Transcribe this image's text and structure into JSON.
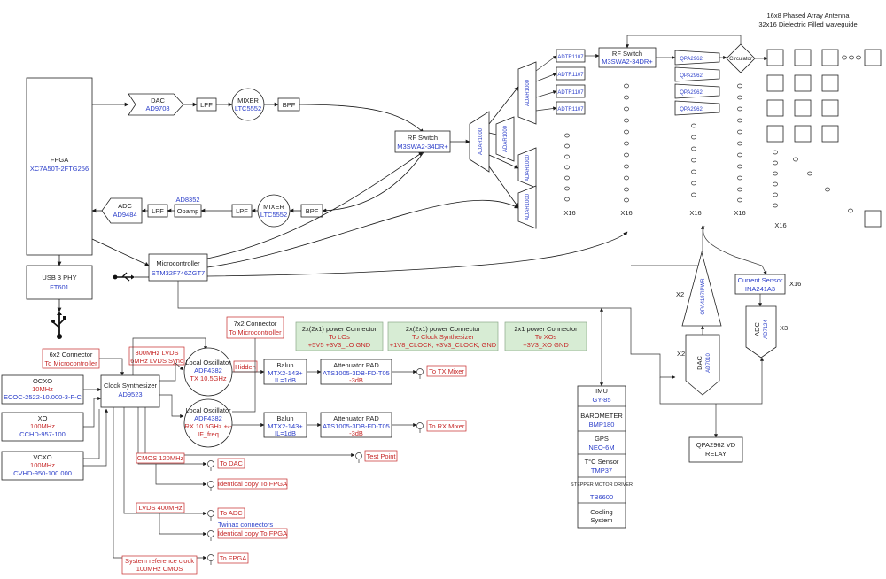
{
  "title": {
    "line1": "16x8 Phased Array Antenna",
    "line2": "32x16 Dielectric Filled waveguide"
  },
  "fpga": {
    "name": "FPGA",
    "part": "XC7A50T-2FTG256"
  },
  "usb": {
    "name": "USB 3 PHY",
    "part": "FT601"
  },
  "dac_top": {
    "name": "DAC",
    "part": "AD9708"
  },
  "adc": {
    "name": "ADC",
    "part": "AD9484"
  },
  "lpf": "LPF",
  "bpf": "BPF",
  "mixer": {
    "name": "MIXER",
    "part": "LTC5552"
  },
  "opamp": {
    "name": "Opamp",
    "part": "AD8352"
  },
  "rf_switch_mid": {
    "name": "RF Switch",
    "part": "M3SWA2-34DR+"
  },
  "rf_switch_top": {
    "name": "RF Switch",
    "part": "M3SWA2-34DR+"
  },
  "combiner": {
    "part": "ADAR1000"
  },
  "adtr": "ADTR1107",
  "qpa": "QPA2962",
  "circulator": "Circulator",
  "x16": "X16",
  "x2": "X2",
  "x3": "X3",
  "microcontroller": {
    "name": "Microcontroller",
    "part": "STM32F746ZGT7"
  },
  "connector_6x2": {
    "name": "6x2 Connector",
    "to": "To Microcontroller"
  },
  "connector_7x2": {
    "name": "7x2 Connector",
    "to": "To Microcontroller"
  },
  "power_connectors": [
    {
      "name": "2x(2x1) power Connector",
      "to": "To LOs",
      "rails": "+5V5 +3V3_LO GND"
    },
    {
      "name": "2x(2x1) power Connector",
      "to": "To Clock Synthesizer",
      "rails": "+1V8_CLOCK, +3V3_CLOCK, GND"
    },
    {
      "name": "2x1 power Connector",
      "to": "To XOs",
      "rails": "+3V3_XO GND"
    }
  ],
  "ocxo": {
    "name": "OCXO",
    "freq": "10MHz",
    "part": "ECOC-2522-10.000-3-F-C"
  },
  "xo": {
    "name": "XO",
    "freq": "100MHz",
    "part": "CCHD-957-100"
  },
  "vcxo": {
    "name": "VCXO",
    "freq": "100MHz",
    "part": "CVHD-950-100.000"
  },
  "clock_synth": {
    "name": "Clock Synthesizer",
    "part": "AD9523"
  },
  "lvds_300": {
    "line1": "300MHz LVDS",
    "line2": "6MHz LVDS Sync"
  },
  "lo_tx": {
    "name": "Local Oscillator",
    "part": "ADF4382",
    "freq": "TX 10.5GHz"
  },
  "lo_rx": {
    "name": "Local Oscillator",
    "part": "ADF4382",
    "freq": "RX 10.5GHz +/-",
    "freq2": "IF_freq"
  },
  "hidden": "Hidden",
  "balun": {
    "name": "Balun",
    "part": "MTX2-143+",
    "il": "IL=1dB"
  },
  "attenuator": {
    "name": "Attenuator PAD",
    "part": "ATS1005-3DB-FD-T05",
    "db": "-3dB"
  },
  "to_tx_mixer": "To TX Mixer",
  "to_rx_mixer": "To RX Mixer",
  "test_point": "Test Point",
  "cmos_120": "CMOS 120MHz",
  "to_dac": "To DAC",
  "identical_fpga": "Identical copy To FPGA",
  "lvds_400": "LVDS 400MHz",
  "to_adc": "To ADC",
  "twinax": "Twinax connectors",
  "sysref": {
    "line1": "System reference clock",
    "line2": "100MHz CMOS"
  },
  "to_fpga": "To FPGA",
  "sensors": [
    "IMU",
    "BAROMETER",
    "GPS",
    "T°C Sensor",
    "STEPPER MOTOR DRIVER",
    "Cooling System"
  ],
  "sensor_parts": [
    "GY-85",
    "BMP180",
    "NEO-6M",
    "TMP37",
    "TB6600",
    ""
  ],
  "opamp_vert": "OPA4197IPWR",
  "dac_vert": {
    "name": "DAC",
    "part": "AD7010"
  },
  "current_sensor": {
    "name": "Current Sensor",
    "part": "INA241A3"
  },
  "adc_vert": {
    "name": "ADC",
    "part": "AD7124"
  },
  "relay": {
    "line1": "QPA2962 VD",
    "line2": "RELAY"
  }
}
